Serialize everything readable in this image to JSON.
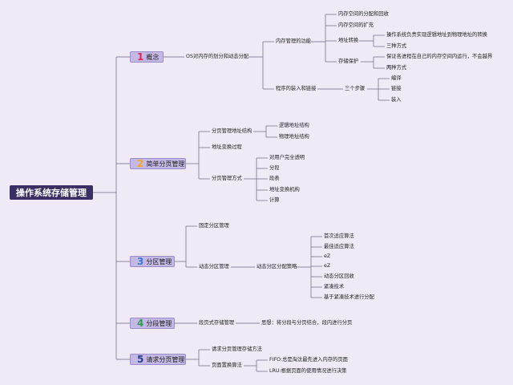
{
  "root": "操作系统存储管理",
  "colors": {
    "n1": "#e0245e",
    "n2": "#f5a623",
    "n3": "#3a7bd5",
    "n4": "#2e9e58",
    "n5": "#2a3f8f"
  },
  "b1": {
    "num": "1",
    "title": "概念",
    "c1": "OS对内存的划分和动态分配",
    "c2": "内存管理的功能",
    "f1": "内存空间的分配和回收",
    "f2": "内存空间的扩充",
    "f3": "地址转换",
    "f3a": "操作系统负责实现逻辑地址到物理地址的转换",
    "f3b": "三种方式",
    "f4": "存储保护",
    "f4a": "保证各进程在自己的内存空间内运行，不会越界",
    "f4b": "两种方式",
    "c3": "程序的装入和链接",
    "c3a": "三个步骤",
    "s1": "编译",
    "s2": "链接",
    "s3": "装入"
  },
  "b2": {
    "num": "2",
    "title": "简单分页管理",
    "c1": "分页管理地址结构",
    "c1a": "逻辑地址结构",
    "c1b": "物理地址结构",
    "c2": "地址变换过程",
    "c3": "分页管理方式",
    "m1": "对用户完全透明",
    "m2": "分段",
    "m3": "段表",
    "m4": "地址变换机构",
    "m5": "计算"
  },
  "b3": {
    "num": "3",
    "title": "分区管理",
    "c1": "固定分区管理",
    "c2": "动态分区管理",
    "c2a": "动态分区分配策略",
    "p1": "首次适应算法",
    "p2": "最佳适应算法",
    "p3": "eZ",
    "p4": "eZ",
    "p5": "动态分区回收",
    "p6": "紧凑技术",
    "p7": "基于紧凑技术进行分配"
  },
  "b4": {
    "num": "4",
    "title": "分段管理",
    "c1": "段页式存储管理",
    "c1a": "思想：将分段与分页结合，段内进行分页"
  },
  "b5": {
    "num": "5",
    "title": "请求分页管理",
    "c1": "请求分页管理存储方法",
    "c2": "页面置换算法",
    "c2a": "FIFO:总是淘汰最先进入内存的页面",
    "c2b": "LRU:根据页面的使用情况进行决策"
  }
}
